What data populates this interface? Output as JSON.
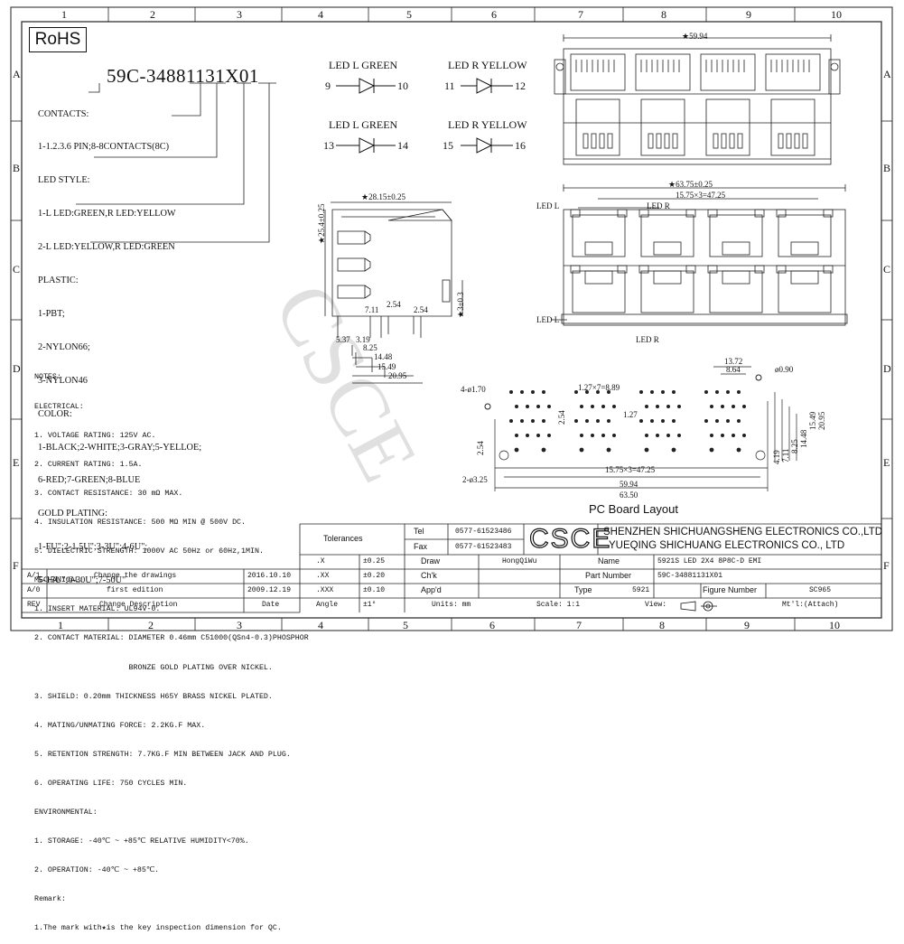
{
  "grid": {
    "cols": [
      "1",
      "2",
      "3",
      "4",
      "5",
      "6",
      "7",
      "8",
      "9",
      "10"
    ],
    "rows": [
      "A",
      "B",
      "C",
      "D",
      "E",
      "F"
    ]
  },
  "rohs": "RoHS",
  "part_code": "59C-34881131X01",
  "code_lines": [
    "CONTACTS:",
    "1-1.2.3.6 PIN;8-8CONTACTS(8C)",
    "LED STYLE:",
    "1-L LED:GREEN,R LED:YELLOW",
    "2-L LED:YELLOW,R LED:GREEN",
    "PLASTIC:",
    "1-PBT;",
    "2-NYLON66;",
    "3-NYLON46",
    "COLOR:",
    "1-BLACK;2-WHITE;3-GRAY;5-YELLOE;",
    "6-RED;7-GREEN;8-BLUE",
    "GOLD PLATING:",
    "1-FU\";2-1.5U\";3-3U\";4-6U\";",
    "5-15U\";6-30U\";7-50U\""
  ],
  "leds": [
    {
      "title": "LED L GREEN",
      "left": "9",
      "right": "10"
    },
    {
      "title": "LED R YELLOW",
      "left": "11",
      "right": "12"
    },
    {
      "title": "LED L GREEN",
      "left": "13",
      "right": "14"
    },
    {
      "title": "LED R YELLOW",
      "left": "15",
      "right": "16"
    }
  ],
  "dims": {
    "top_width": "59.94",
    "side_width": "28.15±0.25",
    "side_height": "25.4±0.25",
    "side_pin": "3±0.3",
    "side_a": "2.54",
    "side_b": "2.54",
    "side_c": "7.11",
    "side_d": "5.37",
    "side_e": "3.19",
    "side_f": "8.25",
    "side_g": "14.48",
    "side_h": "15.49",
    "side_i": "20.95",
    "front_width": "63.75±0.25",
    "front_pitch": "15.75×3=47.25",
    "led_l": "LED L",
    "led_r": "LED R",
    "pcb_1372": "13.72",
    "pcb_864": "8.64",
    "pcb_090": "0.90",
    "pcb_170": "4-ø1.70",
    "pcb_127x7": "1.27×7=8.89",
    "pcb_127": "1.27",
    "pcb_254a": "2.54",
    "pcb_254b": "2.54",
    "pcb_2095": "20.95",
    "pcb_1549": "15.49",
    "pcb_1448": "14.48",
    "pcb_825": "8.25",
    "pcb_711": "7.11",
    "pcb_419": "4.19",
    "pcb_325": "2-ø3.25",
    "pcb_pitch": "15.75×3=47.25",
    "pcb_5994": "59.94",
    "pcb_6350": "63.50",
    "pcb_title": "PC Board Layout"
  },
  "notes": [
    "NOTES:",
    "ELECTRICAL:",
    "1. VOLTAGE RATING: 125V AC.",
    "2. CURRENT RATING: 1.5A.",
    "3. CONTACT RESISTANCE: 30 mΩ MAX.",
    "4. INSULATION RESISTANCE: 500 MΩ MIN @ 500V DC.",
    "5. DIELECTRIC STRENGTH: 1000V AC 50Hz or 60Hz,1MIN.",
    "MECHANICAL:",
    "1. INSERT MATERIAL: UL94V-0.",
    "2. CONTACT MATERIAL: DIAMETER 0.46mm C51000(QSn4-0.3)PHOSPHOR",
    "                     BRONZE GOLD PLATING OVER NICKEL.",
    "3. SHIELD: 0.20mm THICKNESS H65Y BRASS NICKEL PLATED.",
    "4. MATING/UNMATING FORCE: 2.2KG.F MAX.",
    "5. RETENTION STRENGTH: 7.7KG.F MIN BETWEEN JACK AND PLUG.",
    "6. OPERATING LIFE: 750 CYCLES MIN.",
    "ENVIRONMENTAL:",
    "1. STORAGE: -40℃ ~ +85℃ RELATIVE HUMIDITY<70%.",
    "2. OPERATION: -40℃ ~ +85℃.",
    "Remark:",
    "1.The mark with★is the key inspection dimension for QC."
  ],
  "revisions": [
    {
      "rev": "A/1",
      "desc": "Change the drawings",
      "date": "2016.10.10"
    },
    {
      "rev": "A/0",
      "desc": "first edition",
      "date": "2009.12.19"
    },
    {
      "rev": "REV",
      "desc": "Change Description",
      "date": "Date"
    }
  ],
  "title_block": {
    "tolerances": "Tolerances",
    "tol_rows": [
      {
        "k": ".X",
        "v": "±0.25"
      },
      {
        "k": ".XX",
        "v": "±0.20"
      },
      {
        "k": ".XXX",
        "v": "±0.10"
      },
      {
        "k": "Angle",
        "v": "±1°"
      }
    ],
    "tel_label": "Tel",
    "tel": "0577-61523486",
    "fax_label": "Fax",
    "fax": "0577-61523483",
    "logo": "CSCE",
    "company_en": "SHENZHEN SHICHUANGSHENG ELECTRONICS CO.,LTD",
    "company_en2": "YUEQING SHICHUANG ELECTRONICS CO., LTD",
    "draw_label": "Draw",
    "draw": "HongQiWu",
    "chk_label": "Ch'k",
    "app_label": "App'd",
    "name_label": "Name",
    "name": "5921S LED 2X4 8P8C-D EMI",
    "pn_label": "Part Number",
    "pn": "59C-34881131X01",
    "type_label": "Type",
    "type": "5921",
    "fig_label": "Figure Number",
    "fig": "SC965",
    "units_label": "Units: mm",
    "scale_label": "Scale: 1:1",
    "view_label": "View:",
    "mt_label": "Mt'l:(Attach)"
  },
  "watermark": "CSCE"
}
